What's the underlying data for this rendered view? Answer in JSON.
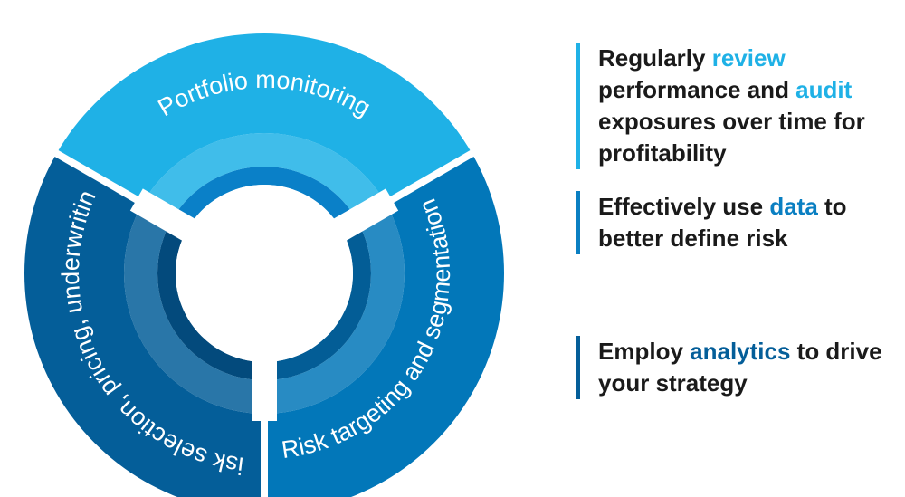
{
  "diagram": {
    "segments": [
      {
        "label": "Portfolio monitoring",
        "color": "#1fb1e6",
        "inner_color": "#0a80c8"
      },
      {
        "label": "Risk targeting and segmentation",
        "color": "#0277b9",
        "inner_color": "#035d96"
      },
      {
        "label": "Risk selection, pricing, underwriting",
        "color": "#045e99",
        "inner_color": "#034a7c"
      }
    ]
  },
  "points": [
    {
      "accent": "#1fb1e6",
      "parts": [
        {
          "text": "Regularly ",
          "hl": false
        },
        {
          "text": "review",
          "hl": true
        },
        {
          "text": " performance and ",
          "hl": false
        },
        {
          "text": "audit",
          "hl": true
        },
        {
          "text": " exposures over time for profitability",
          "hl": false
        }
      ]
    },
    {
      "accent": "#0a7fc2",
      "parts": [
        {
          "text": "Effectively use ",
          "hl": false
        },
        {
          "text": "data",
          "hl": true
        },
        {
          "text": " to better define risk",
          "hl": false
        }
      ]
    },
    {
      "accent": "#045e99",
      "parts": [
        {
          "text": "Employ ",
          "hl": false
        },
        {
          "text": "analytics",
          "hl": true
        },
        {
          "text": " to drive your strategy",
          "hl": false
        }
      ]
    }
  ]
}
